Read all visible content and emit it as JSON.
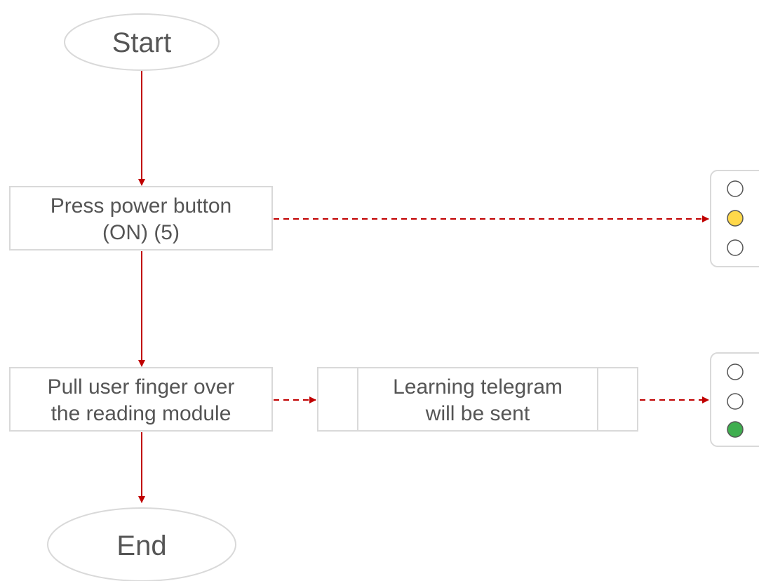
{
  "diagram": {
    "start_label": "Start",
    "end_label": "End",
    "step1": {
      "line1": "Press power button",
      "line2": "(ON) (5)"
    },
    "step2": {
      "line1": "Pull user finger over",
      "line2": "the reading module"
    },
    "process": {
      "line1": "Learning telegram",
      "line2": "will be sent"
    },
    "indicator_1": {
      "lights": [
        "off",
        "yellow",
        "off"
      ]
    },
    "indicator_2": {
      "lights": [
        "off",
        "off",
        "green"
      ]
    }
  },
  "colors": {
    "arrow": "#c00000",
    "box_border": "#d9d9d9",
    "text": "#555555",
    "led_off": "#ffffff",
    "led_yellow": "#ffd84a",
    "led_green": "#3fae4f"
  }
}
